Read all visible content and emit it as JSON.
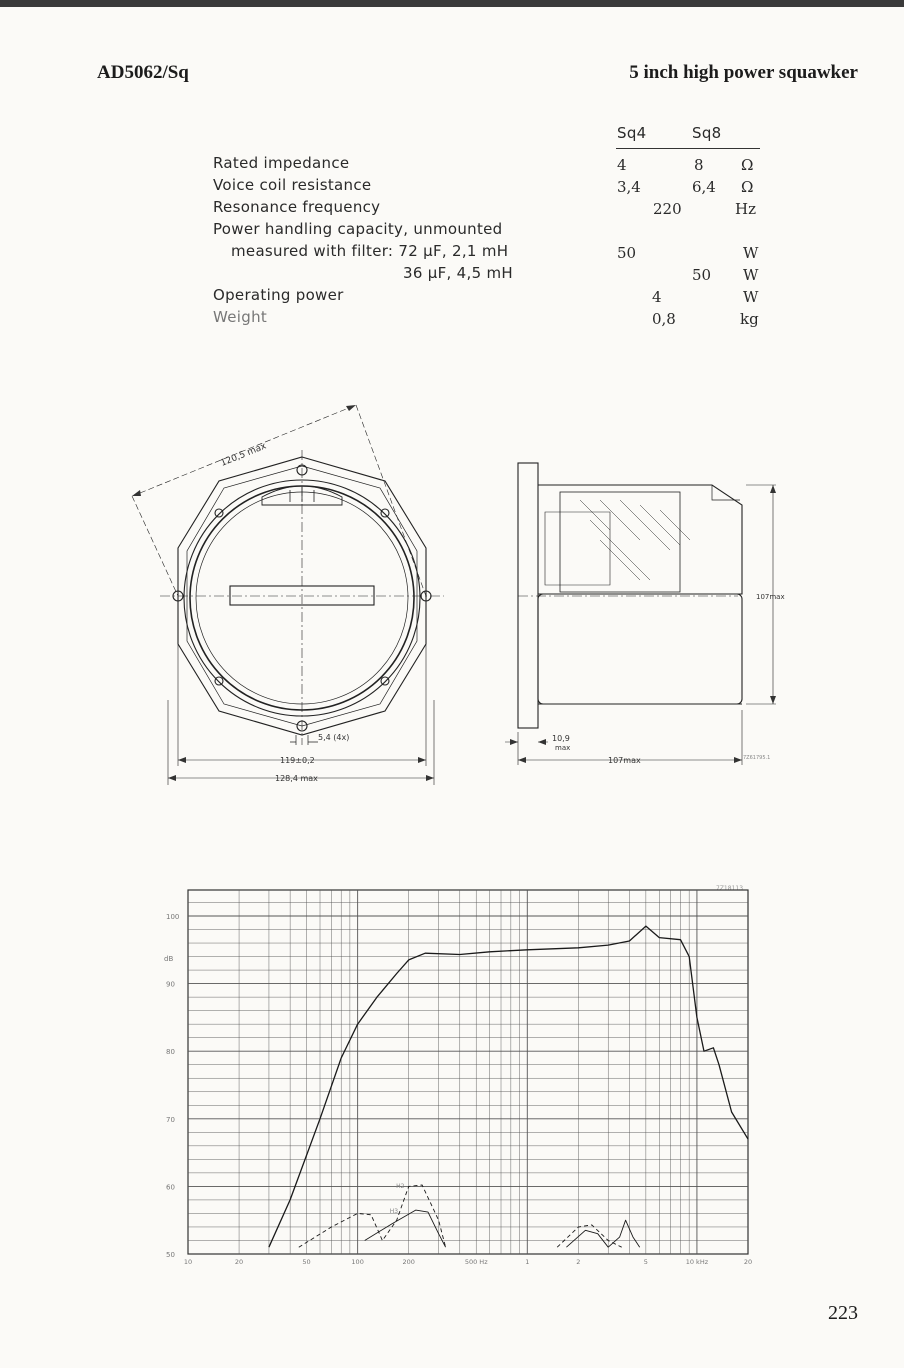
{
  "header": {
    "left": "AD5062/Sq",
    "right": "5 inch high power squawker"
  },
  "specs": {
    "columns": [
      "Sq4",
      "Sq8"
    ],
    "rows": [
      {
        "label": "Rated impedance",
        "sq4": "4",
        "sq8": "8",
        "unit": "Ω"
      },
      {
        "label": "Voice coil resistance",
        "sq4": "3,4",
        "sq8": "6,4",
        "unit": "Ω"
      },
      {
        "label": "Resonance frequency",
        "both": "220",
        "unit": "Hz"
      },
      {
        "label": "Power handling capacity, unmounted"
      },
      {
        "label": "measured with filter: 72 µF, 2,1 mH",
        "sq4": "50",
        "unit": "W"
      },
      {
        "label": "36 µF, 4,5 mH",
        "sq8": "50",
        "unit": "W"
      },
      {
        "label": "Operating power",
        "both": "4",
        "unit": "W"
      },
      {
        "label": "Weight",
        "both": "0,8",
        "unit": "kg"
      }
    ]
  },
  "drawing": {
    "front": {
      "diag": "120,5 max",
      "hole": "5,4 (4x)",
      "pitch": "119±0,2",
      "width": "128,4 max"
    },
    "side": {
      "height": "107max",
      "depth": "107max",
      "flange1": "10,9",
      "flange2": "max",
      "code": "7Z61795.1"
    }
  },
  "chart_data": {
    "type": "line",
    "x_scale": "log",
    "xlim": [
      10,
      20000
    ],
    "ylim": [
      50,
      102
    ],
    "yticks": [
      "100",
      "90",
      "80",
      "70",
      "60",
      "50"
    ],
    "ylabel": "dB",
    "xticks": [
      "10",
      "20",
      "50",
      "100",
      "200",
      "500 Hz",
      "1",
      "2",
      "5",
      "10 kHz",
      "20"
    ],
    "code": "7Z18113",
    "series": [
      {
        "style": "solid",
        "points": [
          [
            30,
            51
          ],
          [
            40,
            58
          ],
          [
            60,
            70
          ],
          [
            80,
            79
          ],
          [
            100,
            84
          ],
          [
            130,
            88
          ],
          [
            170,
            91.5
          ],
          [
            200,
            93.5
          ],
          [
            250,
            94.5
          ],
          [
            400,
            94.3
          ],
          [
            600,
            94.7
          ],
          [
            1000,
            95
          ],
          [
            2000,
            95.3
          ],
          [
            3000,
            95.7
          ],
          [
            4000,
            96.3
          ],
          [
            5000,
            98.5
          ],
          [
            6000,
            96.8
          ],
          [
            8000,
            96.5
          ],
          [
            9000,
            94
          ],
          [
            10000,
            85
          ],
          [
            11000,
            80
          ],
          [
            12500,
            80.5
          ],
          [
            13500,
            78
          ],
          [
            16000,
            71
          ],
          [
            20000,
            67
          ]
        ]
      },
      {
        "label": "H2",
        "style": "dashed",
        "points": [
          [
            45,
            51
          ],
          [
            70,
            54
          ],
          [
            100,
            56
          ],
          [
            120,
            55.8
          ],
          [
            140,
            52
          ],
          [
            170,
            55
          ],
          [
            200,
            60
          ],
          [
            240,
            60.2
          ],
          [
            300,
            55
          ],
          [
            330,
            51
          ]
        ]
      },
      {
        "label": "H3",
        "style": "solid",
        "points": [
          [
            110,
            52
          ],
          [
            160,
            54.5
          ],
          [
            220,
            56.5
          ],
          [
            260,
            56.2
          ],
          [
            300,
            53
          ],
          [
            330,
            51
          ]
        ]
      },
      {
        "label": "",
        "style": "dashed",
        "points": [
          [
            1500,
            51
          ],
          [
            2000,
            54
          ],
          [
            2400,
            54.3
          ],
          [
            3000,
            52
          ],
          [
            3600,
            51
          ]
        ]
      },
      {
        "label": "",
        "style": "solid",
        "points": [
          [
            1700,
            51
          ],
          [
            2200,
            53.5
          ],
          [
            2600,
            53
          ],
          [
            3000,
            51
          ],
          [
            3500,
            52.5
          ],
          [
            3800,
            55
          ],
          [
            4200,
            52.5
          ],
          [
            4600,
            51
          ]
        ]
      }
    ]
  },
  "page_number": "223"
}
